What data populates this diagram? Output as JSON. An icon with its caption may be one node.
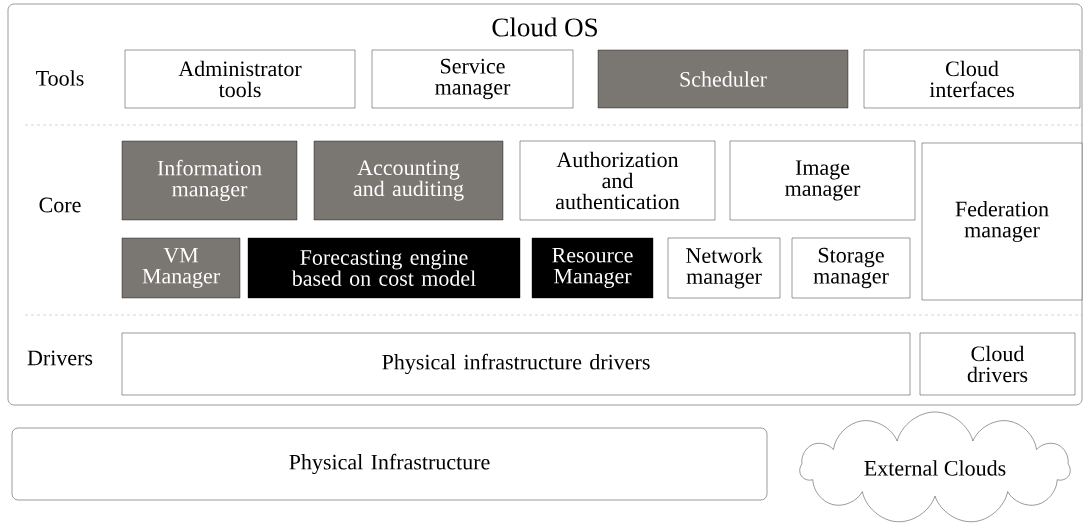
{
  "diagram": {
    "nodes": [
      {
        "text": [
          "Cloud OS"
        ]
      },
      {
        "text": [
          "Administrator tools"
        ],
        "in": 0
      },
      {
        "text": [
          "Service manager"
        ],
        "in": 0
      },
      {
        "text": [
          "Scheduler"
        ],
        "in": 0
      },
      {
        "text": [
          "Cloud interfaces"
        ],
        "in": 0
      },
      {
        "text": [
          "Information manager"
        ],
        "in": 0
      },
      {
        "text": [
          "Accounting and auditing"
        ],
        "in": 0
      },
      {
        "text": [
          "Authorization and authentication"
        ],
        "in": 0
      },
      {
        "text": [
          "Image manager"
        ],
        "in": 0
      },
      {
        "text": [
          "Federation manager"
        ],
        "in": 0
      },
      {
        "text": [
          "VM Manager"
        ],
        "in": 0
      },
      {
        "text": [
          "Forecasting engine based on cost model"
        ],
        "in": 0
      },
      {
        "text": [
          "Resource Manager"
        ],
        "in": 0
      },
      {
        "text": [
          "Network manager"
        ],
        "in": 0
      },
      {
        "text": [
          "Storage manager"
        ],
        "in": 0
      },
      {
        "text": [
          "Physical infrastructure drivers"
        ],
        "in": 0
      },
      {
        "text": [
          "Cloud drivers"
        ],
        "in": 0
      },
      {
        "text": [
          "Physical Infrastructure"
        ]
      },
      {
        "text": [
          "External Clouds"
        ]
      }
    ],
    "labels": [
      "Tools",
      "Core",
      "Drivers"
    ]
  }
}
